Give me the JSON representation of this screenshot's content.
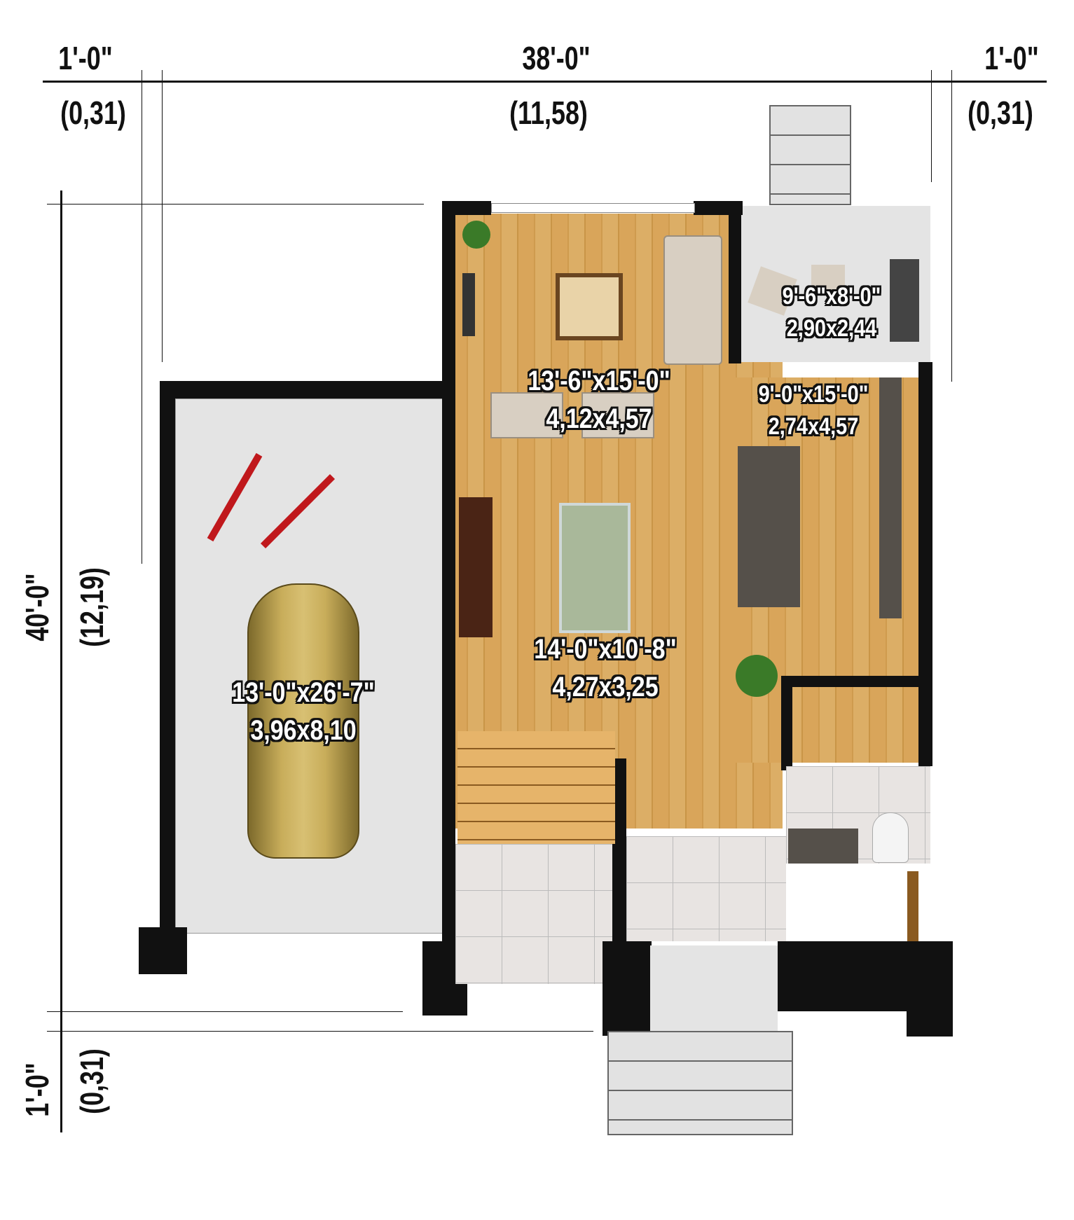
{
  "dimensions": {
    "top": {
      "left_margin": {
        "imperial": "1'-0\"",
        "metric": "(0,31)"
      },
      "width": {
        "imperial": "38'-0\"",
        "metric": "(11,58)"
      },
      "right_margin": {
        "imperial": "1'-0\"",
        "metric": "(0,31)"
      }
    },
    "left": {
      "depth": {
        "imperial": "40'-0\"",
        "metric": "(12,19)"
      },
      "bottom_margin": {
        "imperial": "1'-0\"",
        "metric": "(0,31)"
      }
    }
  },
  "rooms": {
    "garage": {
      "imperial": "13'-0\"x26'-7\"",
      "metric": "3,96x8,10"
    },
    "living": {
      "imperial": "13'-6\"x15'-0\"",
      "metric": "4,12x4,57"
    },
    "dining": {
      "imperial": "14'-0\"x10'-8\"",
      "metric": "4,27x3,25"
    },
    "kitchen": {
      "imperial": "9'-0\"x15'-0\"",
      "metric": "2,74x4,57"
    },
    "sunroom": {
      "imperial": "9'-6\"x8'-0\"",
      "metric": "2,90x2,44"
    }
  },
  "colors": {
    "wall": "#111111",
    "wood": "#d9a55a",
    "floor_gray": "#e4e4e4"
  }
}
